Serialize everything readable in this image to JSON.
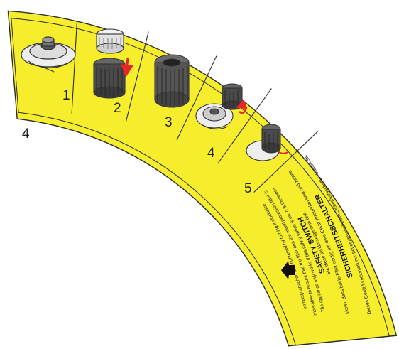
{
  "sheet_label": "4",
  "colors": {
    "band": "#f6ee2c",
    "line": "#2b2b2b",
    "accent": "#e8262a"
  },
  "panels": [
    {
      "step": "1",
      "icon": "filter-base-icon"
    },
    {
      "step": "2",
      "icon": "insert-filter-icon"
    },
    {
      "step": "3",
      "icon": "filter-cartridge-icon"
    },
    {
      "step": "4",
      "icon": "rotate-filter-icon"
    },
    {
      "step": "5",
      "icon": "lock-filter-icon"
    }
  ],
  "german": {
    "title": "SICHERHEITSSCHALTER",
    "line1": "Dieses Gerät funktioniert nur bei eingeschaltetem Sicherheitsschalter. Stellen Sie",
    "line2": "sicher, dass beide Filter richtig mit dem Gerät verbunden sind und ziehen",
    "line3": "Sie diese im Uhrzeigersinn fest."
  },
  "english": {
    "title": "SAFETY SWITCH",
    "line1": "The appliance only works if this safety switch is on. It is therefore",
    "line2": "imperative to ensure that the filter and the metal protection filter is",
    "line3": "correctly attached and tightened by turning it clockwise."
  },
  "arrow_icon": "arrow-left-icon"
}
